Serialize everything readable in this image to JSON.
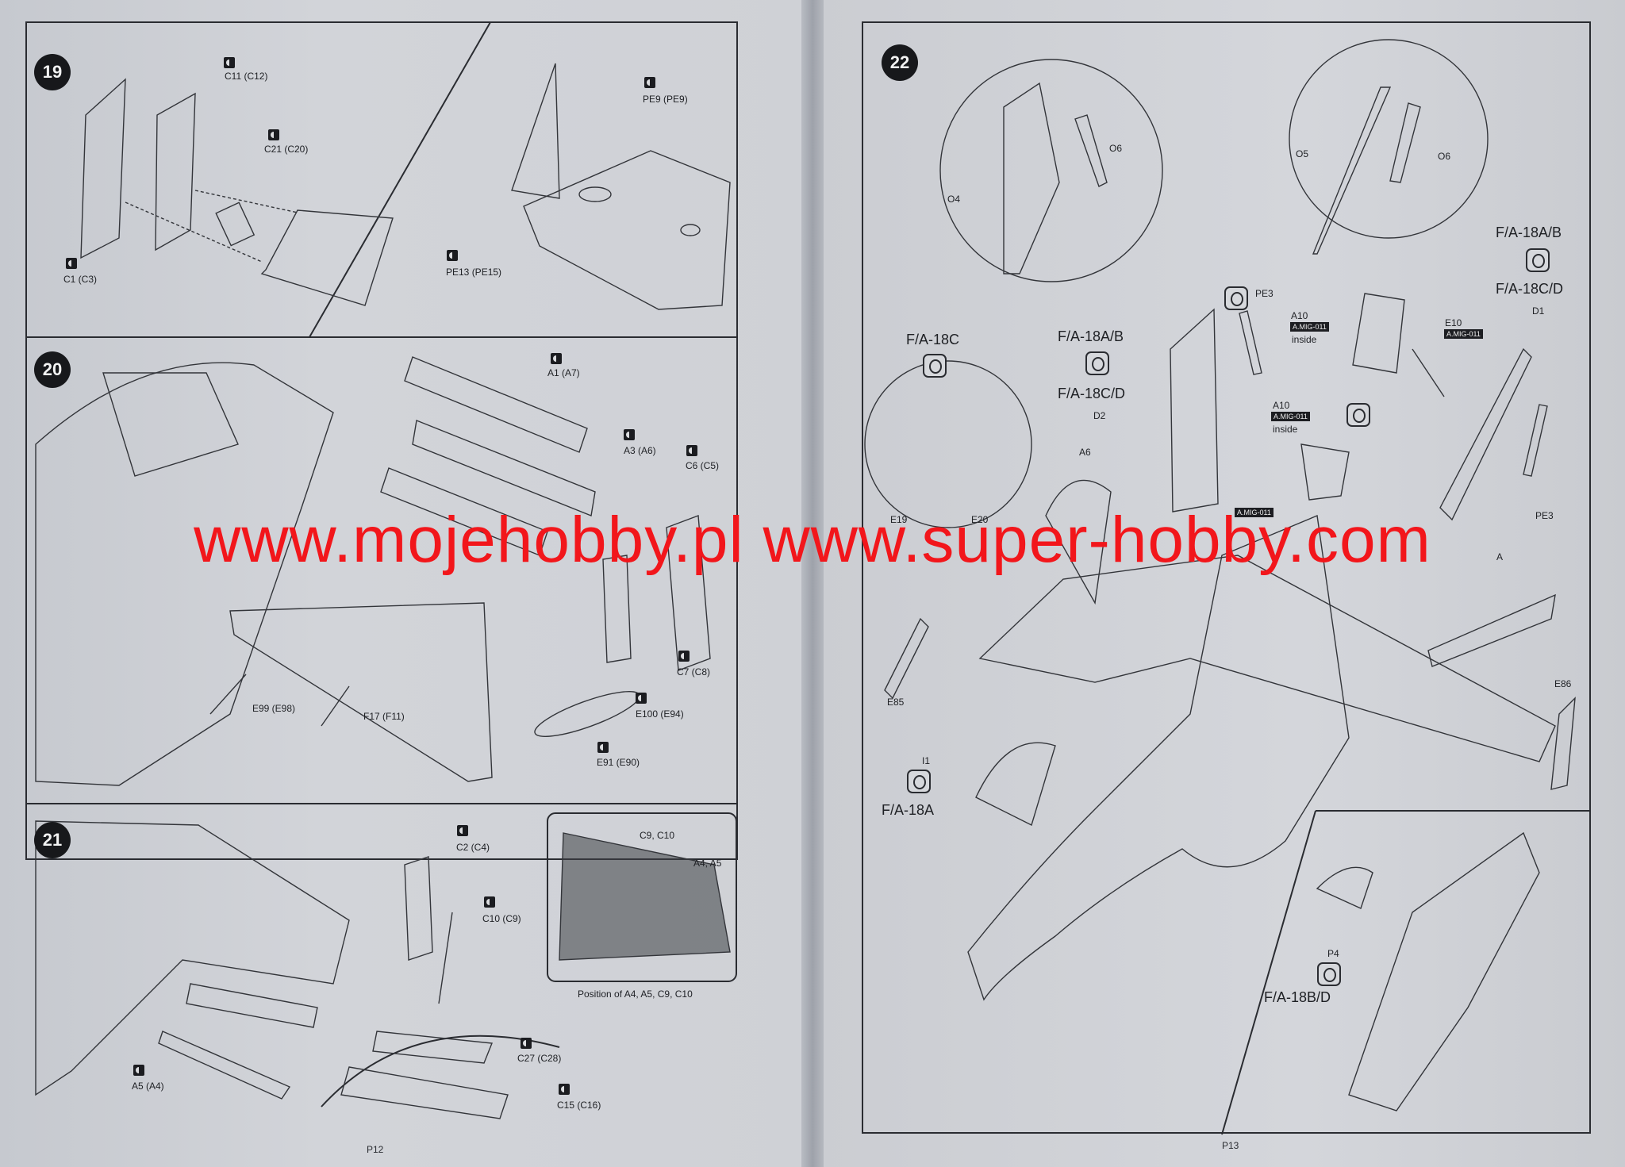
{
  "left_page": {
    "page_number": "P12",
    "step19": {
      "number": "19",
      "labels": {
        "c11": "C11 (C12)",
        "c21": "C21 (C20)",
        "c1": "C1 (C3)",
        "pe9": "PE9 (PE9)",
        "pe13": "PE13 (PE15)"
      }
    },
    "step20": {
      "number": "20",
      "labels": {
        "a1": "A1 (A7)",
        "a3": "A3 (A6)",
        "c6": "C6 (C5)",
        "c7": "C7 (C8)",
        "e100": "E100 (E94)",
        "e91": "E91 (E90)",
        "e99": "E99 (E98)",
        "f17": "F17 (F11)"
      }
    },
    "step21": {
      "number": "21",
      "labels": {
        "c2": "C2 (C4)",
        "c10": "C10 (C9)",
        "a5": "A5 (A4)",
        "c27": "C27 (C28)",
        "c15": "C15 (C16)"
      },
      "inset": {
        "c9c10": "C9, C10",
        "a4a5": "A4, A5",
        "caption": "Position of A4, A5, C9, C10"
      }
    }
  },
  "right_page": {
    "page_number": "P13",
    "step22": {
      "number": "22",
      "labels": {
        "o4": "O4",
        "o6a": "O6",
        "o5": "O5",
        "o6b": "O6",
        "pe3a": "PE3",
        "pe3b": "PE3",
        "a10a": "A10",
        "a10b": "A10",
        "inside_a": "inside",
        "inside_b": "inside",
        "e10": "E10",
        "d1": "D1",
        "d2": "D2",
        "a6": "A6",
        "e19": "E19",
        "e20": "E20",
        "e85": "E85",
        "e86": "E86",
        "i1": "I1",
        "p4": "P4",
        "a_partial": "A"
      },
      "paint_tags": {
        "tag1": "A.MIG-011",
        "tag2": "A.MIG-011",
        "tag3": "A.MIG-011",
        "tag4": "A.MIG-011"
      },
      "variants": {
        "fa18ab_top": "F/A-18A/B",
        "fa18cd_top": "F/A-18C/D",
        "fa18ab_mid": "F/A-18A/B",
        "fa18cd_mid": "F/A-18C/D",
        "fa18c": "F/A-18C",
        "fa18a": "F/A-18A",
        "fa18bd": "F/A-18B/D"
      }
    }
  },
  "watermark": "www.mojehobby.pl www.super-hobby.com",
  "colors": {
    "paper": "#d2d4d9",
    "ink": "#2a2c31",
    "watermark": "#f2161b"
  }
}
